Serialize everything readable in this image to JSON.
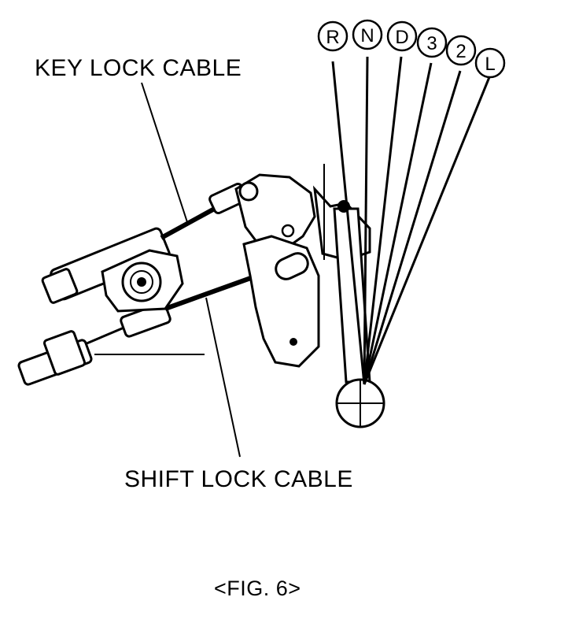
{
  "labels": {
    "key_lock_cable": "KEY LOCK CABLE",
    "shift_lock_cable": "SHIFT LOCK CABLE",
    "caption": "<FIG. 6>"
  },
  "gear_positions": [
    "R",
    "N",
    "D",
    "3",
    "2",
    "L"
  ]
}
